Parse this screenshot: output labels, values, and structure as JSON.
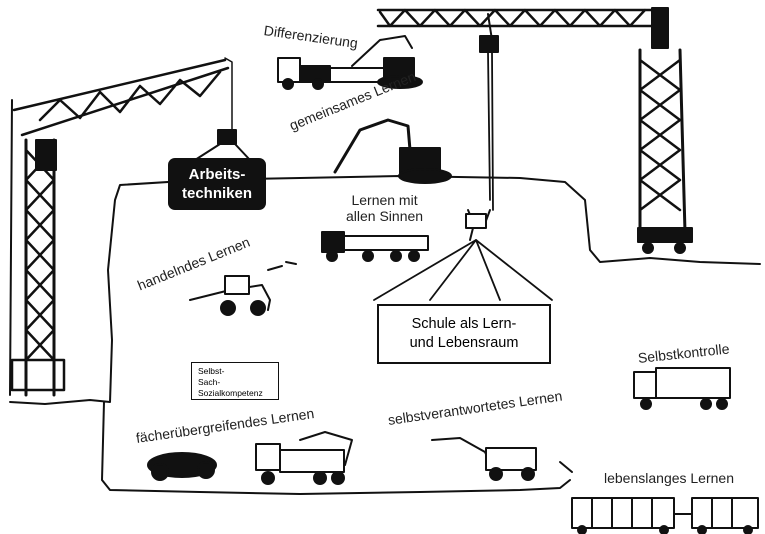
{
  "labels": {
    "differenzierung": "Differenzierung",
    "gemeinsames_lernen": "gemeinsames Lernen",
    "arbeitstechniken_line1": "Arbeits-",
    "arbeitstechniken_line2": "techniken",
    "lernen_sinne_line1": "Lernen mit",
    "lernen_sinne_line2": "allen Sinnen",
    "handelndes_lernen": "handelndes Lernen",
    "schule_line1": "Schule als Lern-",
    "schule_line2": "und Lebensraum",
    "selbst_line1": "Selbst-",
    "selbst_line2": "Sach-",
    "selbst_line3": "Sozialkompetenz",
    "selbstkontrolle": "Selbstkontrolle",
    "faecheruebergreifend": "fächerübergreifendes Lernen",
    "selbstverantwortet": "selbstverantwortetes Lernen",
    "lebenslang": "lebenslanges Lernen"
  }
}
